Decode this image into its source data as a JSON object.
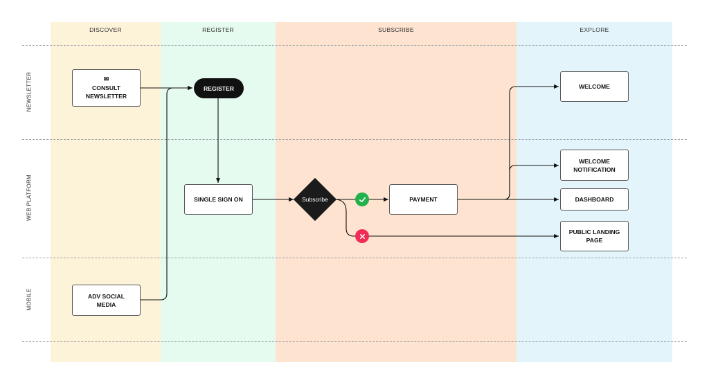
{
  "columns": [
    {
      "title": "DISCOVER",
      "color": "#fdf3d8"
    },
    {
      "title": "REGISTER",
      "color": "#e5fbef"
    },
    {
      "title": "SUBSCRIBE",
      "color": "#fde3d0"
    },
    {
      "title": "EXPLORE",
      "color": "#e3f5fb"
    }
  ],
  "rows": [
    {
      "label": "NEWSLETTER"
    },
    {
      "label": "WEB PLATFORM"
    },
    {
      "label": "MOBILE"
    }
  ],
  "nodes": {
    "consult_newsletter_icon": "envelope-icon",
    "consult_newsletter": "CONSULT NEWSLETTER",
    "adv_social_media": "ADV SOCIAL MEDIA",
    "register": "REGISTER",
    "single_sign_on": "SINGLE SIGN ON",
    "subscribe": "Subscribe",
    "payment": "PAYMENT",
    "welcome": "WELCOME",
    "welcome_notification": "WELCOME NOTIFICATION",
    "dashboard": "DASHBOARD",
    "public_landing_page": "PUBLIC LANDING PAGE"
  },
  "status": {
    "success_icon": "check-icon",
    "success_color": "#22b14c",
    "failure_icon": "x-icon",
    "failure_color": "#ef2d56"
  }
}
